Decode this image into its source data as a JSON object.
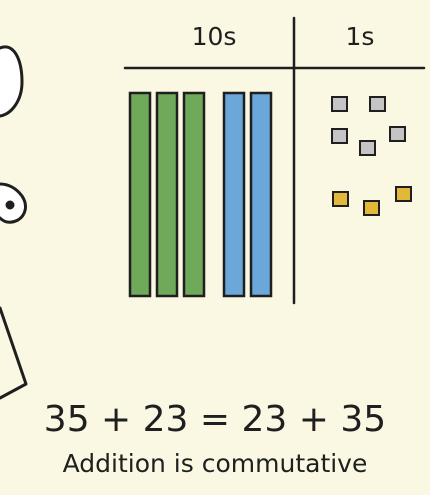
{
  "headers": {
    "tens": "10s",
    "ones": "1s"
  },
  "blocks": {
    "tens": [
      {
        "value": 10,
        "color": "#6faa5a"
      },
      {
        "value": 10,
        "color": "#6faa5a"
      },
      {
        "value": 10,
        "color": "#6faa5a"
      },
      {
        "value": 10,
        "color": "#6ba7d8"
      },
      {
        "value": 10,
        "color": "#6ba7d8"
      }
    ],
    "ones": [
      {
        "value": 1,
        "color": "#c4c4c4"
      },
      {
        "value": 1,
        "color": "#c4c4c4"
      },
      {
        "value": 1,
        "color": "#c4c4c4"
      },
      {
        "value": 1,
        "color": "#c4c4c4"
      },
      {
        "value": 1,
        "color": "#c4c4c4"
      },
      {
        "value": 1,
        "color": "#e3b83a"
      },
      {
        "value": 1,
        "color": "#e3b83a"
      },
      {
        "value": 1,
        "color": "#e3b83a"
      }
    ]
  },
  "equation": "35 + 23 = 23 + 35",
  "caption": "Addition is commutative",
  "colors": {
    "background": "#faf7e3",
    "ink": "#1f1f1f"
  }
}
